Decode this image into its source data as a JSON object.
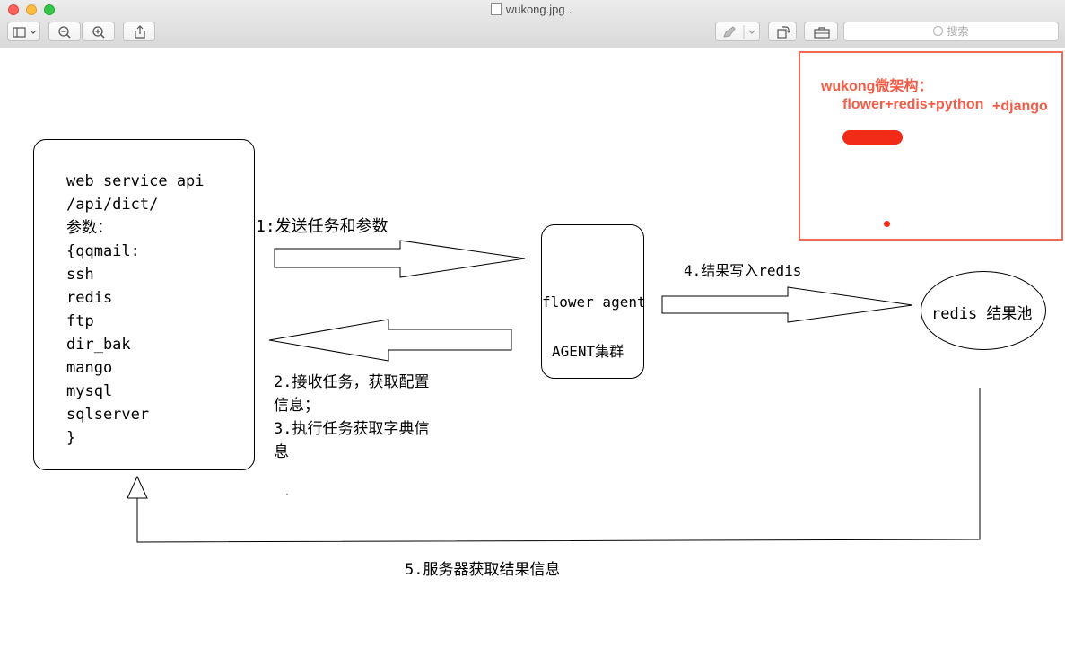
{
  "window": {
    "title": "wukong.jpg",
    "search_placeholder": "搜索",
    "toolbar": [
      "sidebar-toggle",
      "zoom-out",
      "zoom-in",
      "share",
      "markup-pen",
      "rotate",
      "toolbox"
    ]
  },
  "diagram": {
    "web_service": {
      "lines": [
        "web service api",
        "/api/dict/",
        "参数：",
        "{qqmail:",
        "ssh",
        "redis",
        "ftp",
        "dir_bak",
        "mango",
        "mysql",
        "sqlserver",
        "}"
      ]
    },
    "step1": "1:发送任务和参数",
    "step2_line1": "2.接收任务，获取配置",
    "step2_line2": "信息；",
    "step3_line1": "3.执行任务获取字典信",
    "step3_line2": "息",
    "agent": {
      "line1": "flower agent",
      "line2": "AGENT集群"
    },
    "step4": "4.结果写入redis",
    "redis_pool": "redis 结果池",
    "step5": "5.服务器获取结果信息"
  },
  "annotation": {
    "title": "wukong微架构：",
    "stack": "flower+redis+python",
    "stack_extra": "+django",
    "color": "#f25d47"
  }
}
